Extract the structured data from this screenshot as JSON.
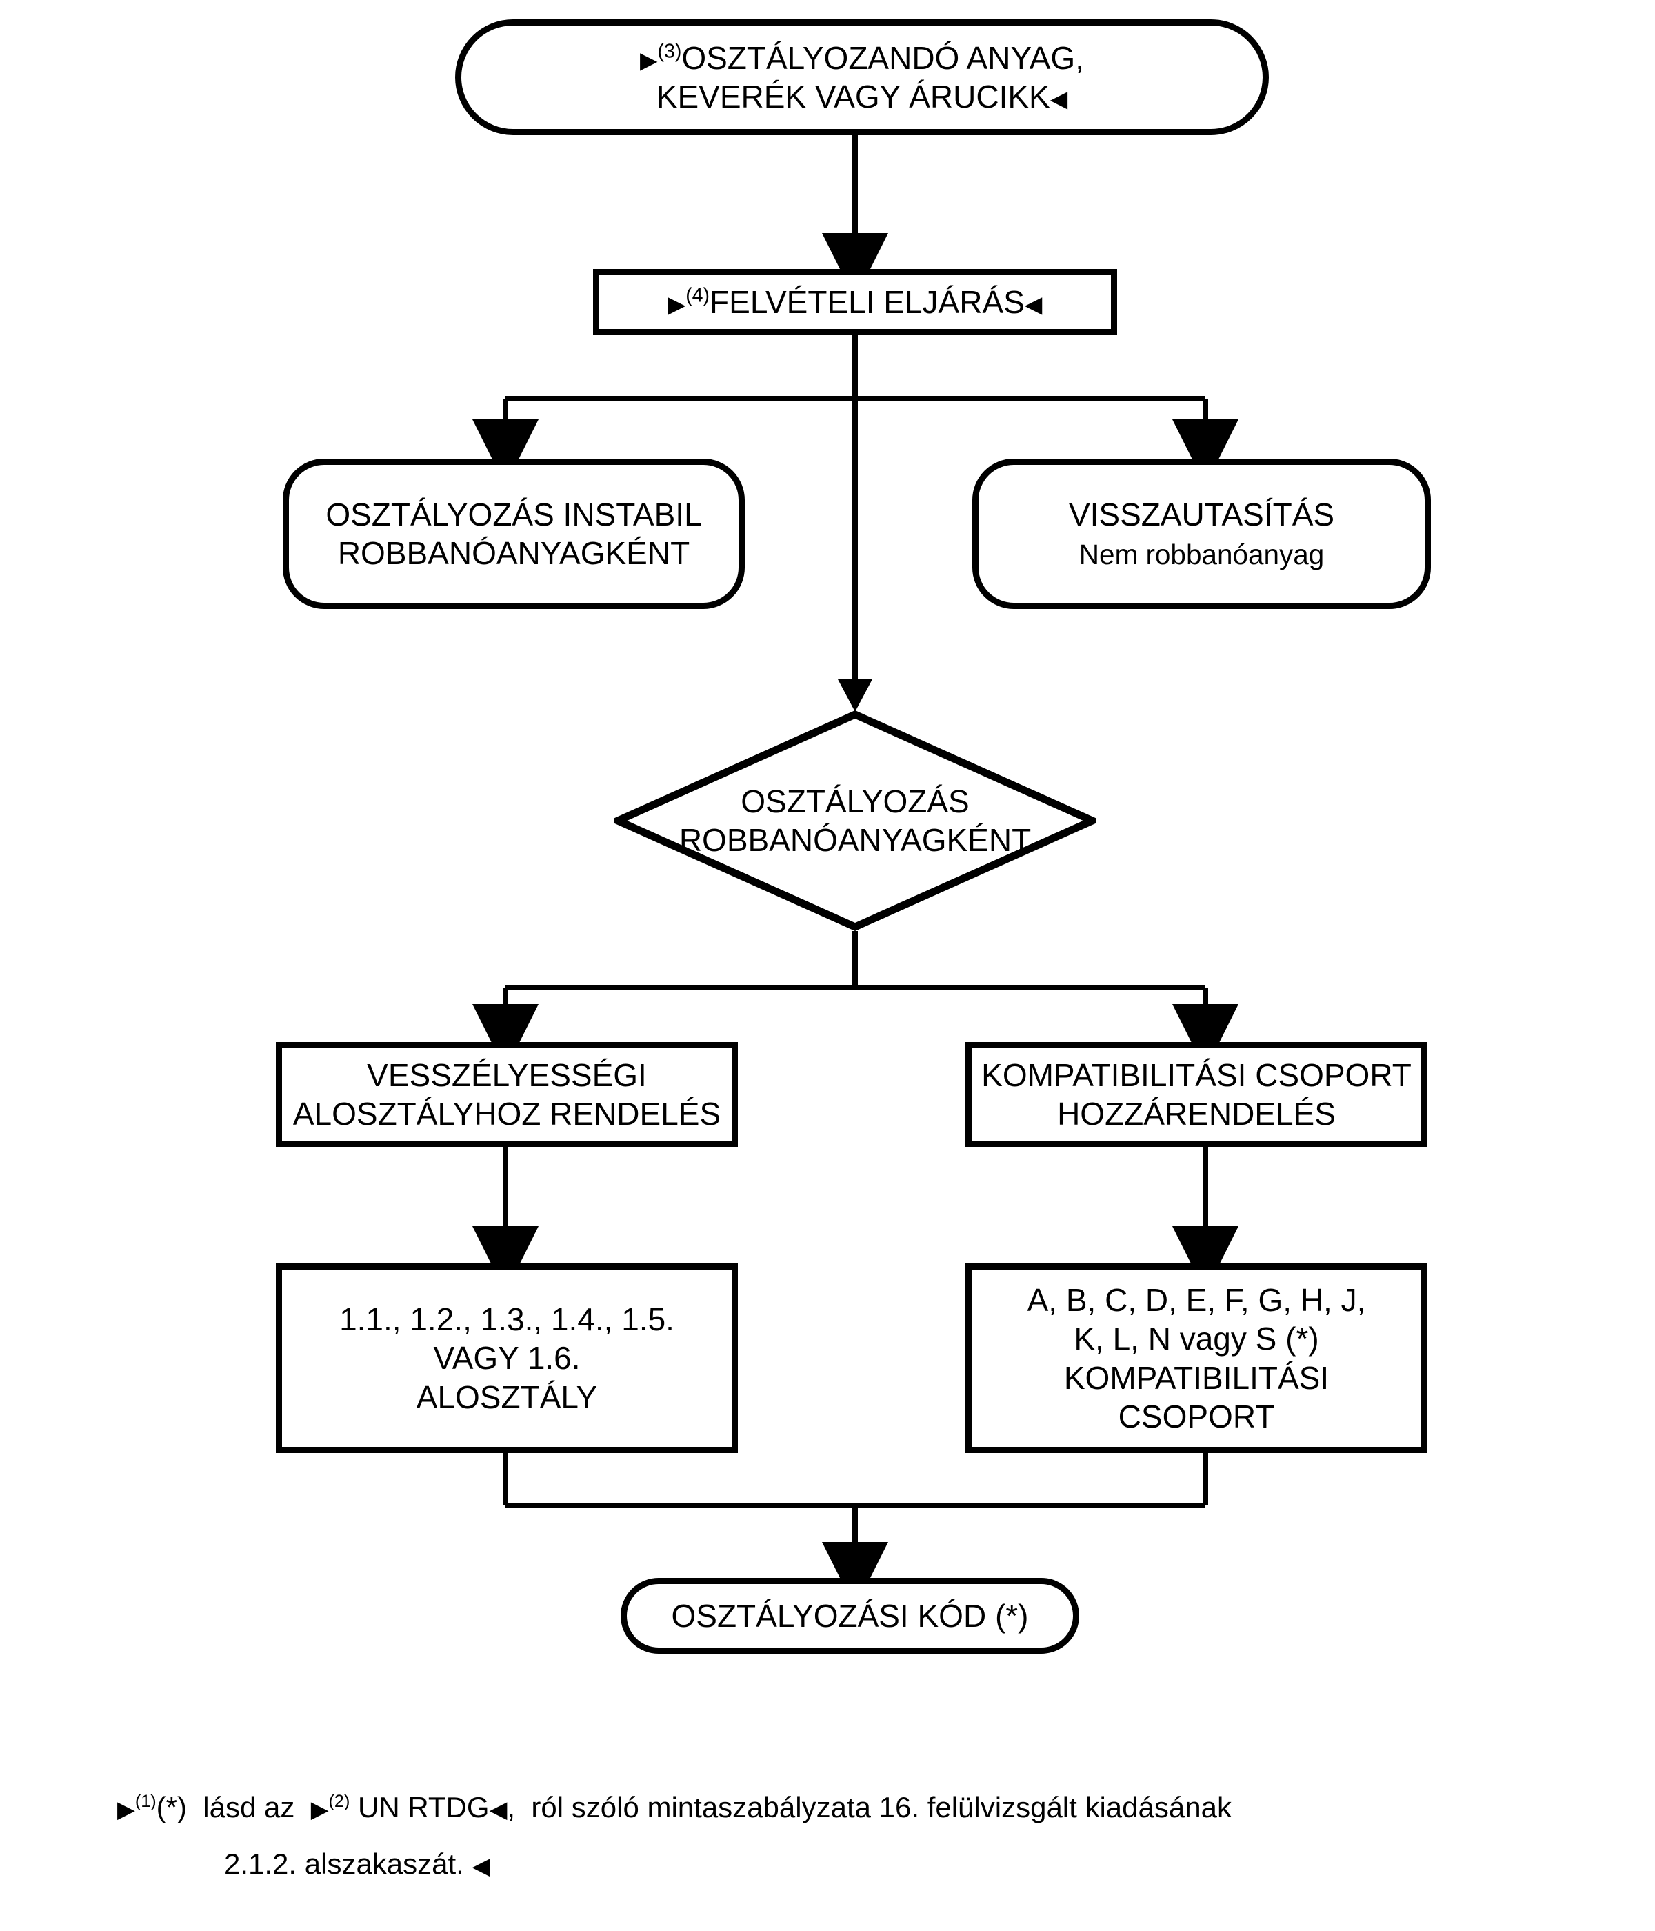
{
  "diagram": {
    "title": "Osztalyozasi folyamatabra - 1. osztaly robbanoanyagok",
    "colors": {
      "stroke": "#000000",
      "fill": "#ffffff",
      "text": "#000000"
    },
    "nodes": {
      "start": {
        "shape": "stadium",
        "marker_open": "▶",
        "ref": "(3)",
        "line1": "OSZTÁLYOZANDÓ ANYAG,",
        "line2": "KEVERÉK VAGY ÁRUCIKK",
        "marker_close": "◀"
      },
      "procedure": {
        "shape": "rectangle",
        "marker_open": "▶",
        "ref": "(4)",
        "label": "FELVÉTELI ELJÁRÁS",
        "marker_close": "◀"
      },
      "unstable": {
        "shape": "stadium",
        "line1": "OSZTÁLYOZÁS INSTABIL",
        "line2": "ROBBANÓANYAGKÉNT"
      },
      "reject": {
        "shape": "stadium",
        "line1": "VISSZAUTASÍTÁS",
        "line2": "Nem robbanóanyag"
      },
      "decision": {
        "shape": "diamond",
        "line1": "OSZTÁLYOZÁS",
        "line2": "ROBBANÓANYAGKÉNT"
      },
      "division_assign": {
        "shape": "rectangle",
        "line1": "VESSZÉLYESSÉGI",
        "line2": "ALOSZTÁLYHOZ RENDELÉS"
      },
      "compat_assign": {
        "shape": "rectangle",
        "line1": "KOMPATIBILITÁSI CSOPORT",
        "line2": "HOZZÁRENDELÉS"
      },
      "division_result": {
        "shape": "rectangle",
        "line1": "1.1., 1.2., 1.3., 1.4., 1.5.",
        "line2": "VAGY 1.6.",
        "line3": "ALOSZTÁLY"
      },
      "compat_result": {
        "shape": "rectangle",
        "line1": "A, B, C, D, E, F, G, H, J,",
        "line2": "K, L, N vagy S (*)",
        "line3": "KOMPATIBILITÁSI",
        "line4": "CSOPORT"
      },
      "code": {
        "shape": "stadium",
        "label": "OSZTÁLYOZÁSI KÓD (*)"
      }
    },
    "footnote": {
      "marker_open1": "▶",
      "ref1": "(1)",
      "asterisk": "(*)",
      "text1": "lásd az",
      "marker_open2": "▶",
      "ref2": "(2)",
      "text2": "UN RTDG",
      "marker_close1": "◀",
      "comma": ",",
      "text3": "ról szóló mintaszabályzata 16. felülvizsgált kiadásának",
      "line2_text": "2.1.2. alszakaszát.",
      "marker_close2": "◀"
    }
  }
}
